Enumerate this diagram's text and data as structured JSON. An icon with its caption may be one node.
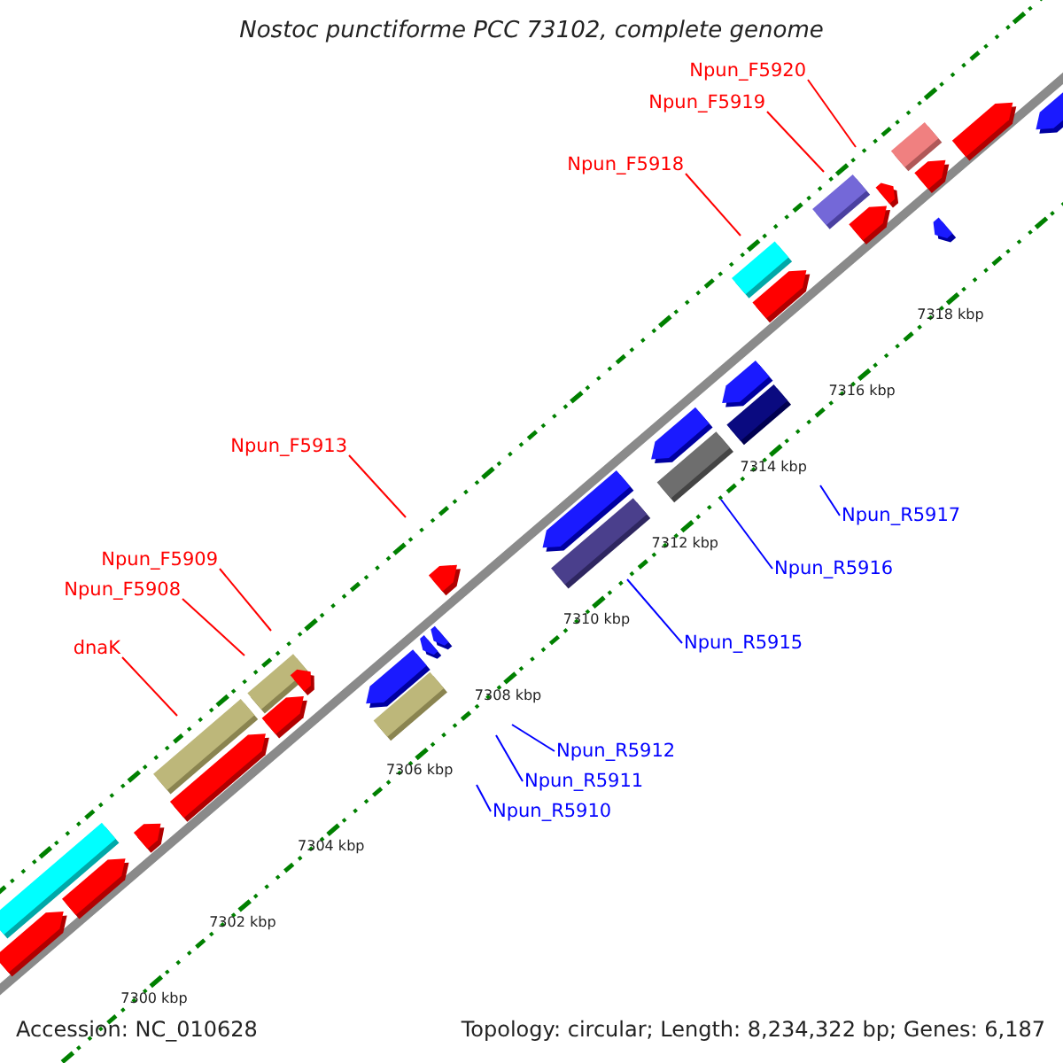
{
  "diagram": {
    "title": "Nostoc punctiforme PCC 73102, complete genome",
    "nodes": [
      {
        "text": [
          "Npun_F5920"
        ]
      },
      {
        "text": [
          "Npun_F5919"
        ]
      },
      {
        "text": [
          "Npun_F5918"
        ]
      },
      {
        "text": [
          "Npun_F5913"
        ]
      },
      {
        "text": [
          "Npun_F5909"
        ]
      },
      {
        "text": [
          "Npun_F5908"
        ]
      },
      {
        "text": [
          "dnaK"
        ]
      },
      {
        "text": [
          "Npun_R5917"
        ]
      },
      {
        "text": [
          "Npun_R5916"
        ]
      },
      {
        "text": [
          "Npun_R5915"
        ]
      },
      {
        "text": [
          "Npun_R5912"
        ]
      },
      {
        "text": [
          "Npun_R5911"
        ]
      },
      {
        "text": [
          "Npun_R5910"
        ]
      }
    ],
    "edges": [
      {
        "from": 0,
        "to": null,
        "arrow": "none"
      },
      {
        "from": 1,
        "to": null,
        "arrow": "none"
      },
      {
        "from": 2,
        "to": null,
        "arrow": "none"
      },
      {
        "from": 3,
        "to": null,
        "arrow": "none"
      },
      {
        "from": 4,
        "to": null,
        "arrow": "none"
      },
      {
        "from": 5,
        "to": null,
        "arrow": "none"
      },
      {
        "from": 6,
        "to": null,
        "arrow": "none"
      },
      {
        "from": 7,
        "to": null,
        "arrow": "none",
        "color": "#0000ff"
      },
      {
        "from": 8,
        "to": null,
        "arrow": "none",
        "color": "#0000ff"
      },
      {
        "from": 9,
        "to": null,
        "arrow": "none",
        "color": "#0000ff"
      },
      {
        "from": 10,
        "to": null,
        "arrow": "none",
        "color": "#0000ff"
      },
      {
        "from": 11,
        "to": null,
        "arrow": "none",
        "color": "#0000ff"
      },
      {
        "from": 12,
        "to": null,
        "arrow": "none",
        "color": "#0000ff"
      }
    ],
    "labels": [
      "7318 kbp",
      "7316 kbp",
      "7314 kbp",
      "7312 kbp",
      "7310 kbp",
      "7308 kbp",
      "7306 kbp",
      "7304 kbp",
      "7302 kbp",
      "7300 kbp",
      "Accession: NC_010628",
      "Topology: circular; Length: 8,234,322 bp; Genes: 6,187"
    ]
  }
}
